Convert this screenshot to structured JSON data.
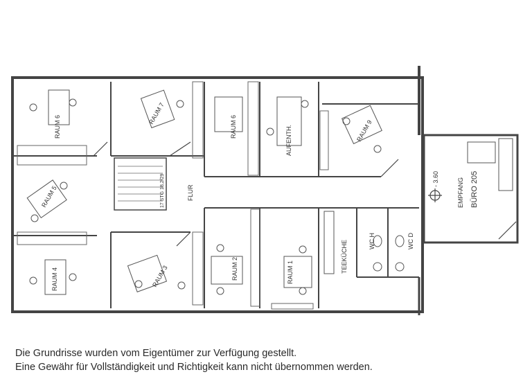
{
  "plan": {
    "rooms": {
      "raum6": "RAUM 6",
      "raum7": "RAUM 7",
      "raum6b": "RAUM 6",
      "aufenth": "AUFENTH.",
      "raum9": "RAUM 9",
      "raum5": "RAUM 5",
      "raum4": "RAUM 4",
      "raum3": "RAUM 3",
      "raum2": "RAUM 2",
      "raum1": "RAUM 1",
      "teekueche": "TEEKÜCHE",
      "wch": "WC H",
      "wcd": "WC D",
      "empfang": "EMPFANG",
      "buero": "BÜRO 205",
      "flur": "FLUR",
      "stair": "17 STG 18,2/29",
      "level": "- 3.60"
    }
  },
  "caption": {
    "line1": "Die Grundrisse wurden vom Eigentümer zur Verfügung gestellt.",
    "line2": "Eine Gewähr für Vollständigkeit und Richtigkeit kann nicht übernommen werden."
  }
}
